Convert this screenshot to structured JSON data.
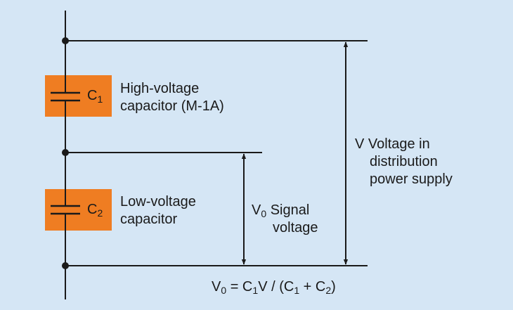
{
  "colors": {
    "background": "#d5e6f5",
    "capacitor_fill": "#ef7d22",
    "line": "#1a1a1a"
  },
  "c1": {
    "symbol": "C",
    "subscript": "1",
    "label_line1": "High-voltage",
    "label_line2": "capacitor (M-1A)"
  },
  "c2": {
    "symbol": "C",
    "subscript": "2",
    "label_line1": "Low-voltage",
    "label_line2": "capacitor"
  },
  "v_label": {
    "line1": "V Voltage in",
    "line2": "distribution",
    "line3": "power supply"
  },
  "v0_label": {
    "symbol": "V",
    "subscript": "0",
    "line1_rest": " Signal",
    "line2": "voltage"
  },
  "formula": {
    "v": "V",
    "v_sub": "0",
    "eq": " = C",
    "c1_sub": "1",
    "mid": "V / (C",
    "c1b_sub": "1",
    "plus": " + C",
    "c2_sub": "2",
    "close": ")"
  }
}
